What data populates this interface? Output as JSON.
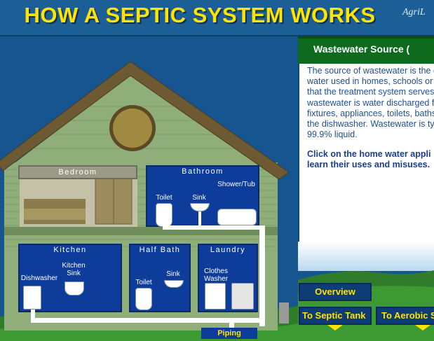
{
  "header": {
    "title": "HOW A SEPTIC SYSTEM WORKS",
    "logo_text": "AgriL"
  },
  "panel": {
    "title": "Wastewater Source (",
    "body_lines": [
      "The source of wastewater is the c",
      "water used in homes, schools or",
      "that the treatment system serves",
      "wastewater is water discharged fr",
      "fixtures, appliances, toilets, baths",
      "the dishwasher.  Wastewater is ty",
      "99.9% liquid."
    ],
    "cta_lines": [
      "Click on the home water appli",
      "learn their uses and misuses."
    ]
  },
  "buttons": {
    "overview": "Overview",
    "septic_tank": "To Septic Tank",
    "aerobic": "To Aerobic S"
  },
  "rooms": {
    "bedroom": "Bedroom",
    "bathroom": "Bathroom",
    "kitchen": "Kitchen",
    "half_bath": "Half Bath",
    "laundry": "Laundry"
  },
  "fixtures": {
    "bath_toilet": "Toilet",
    "bath_sink": "Sink",
    "shower_tub": "Shower/Tub",
    "dishwasher": "Dishwasher",
    "kitchen_sink_1": "Kitchen",
    "kitchen_sink_2": "Sink",
    "half_toilet": "Toilet",
    "half_sink": "Sink",
    "washer_1": "Clothes",
    "washer_2": "Washer"
  },
  "piping_label": "Piping",
  "colors": {
    "title_yellow": "#ffe400",
    "panel_green": "#0e6b1d",
    "room_blue": "#0d3c9a",
    "house_green": "#8fae7a",
    "roof_brown": "#6e5a32"
  }
}
